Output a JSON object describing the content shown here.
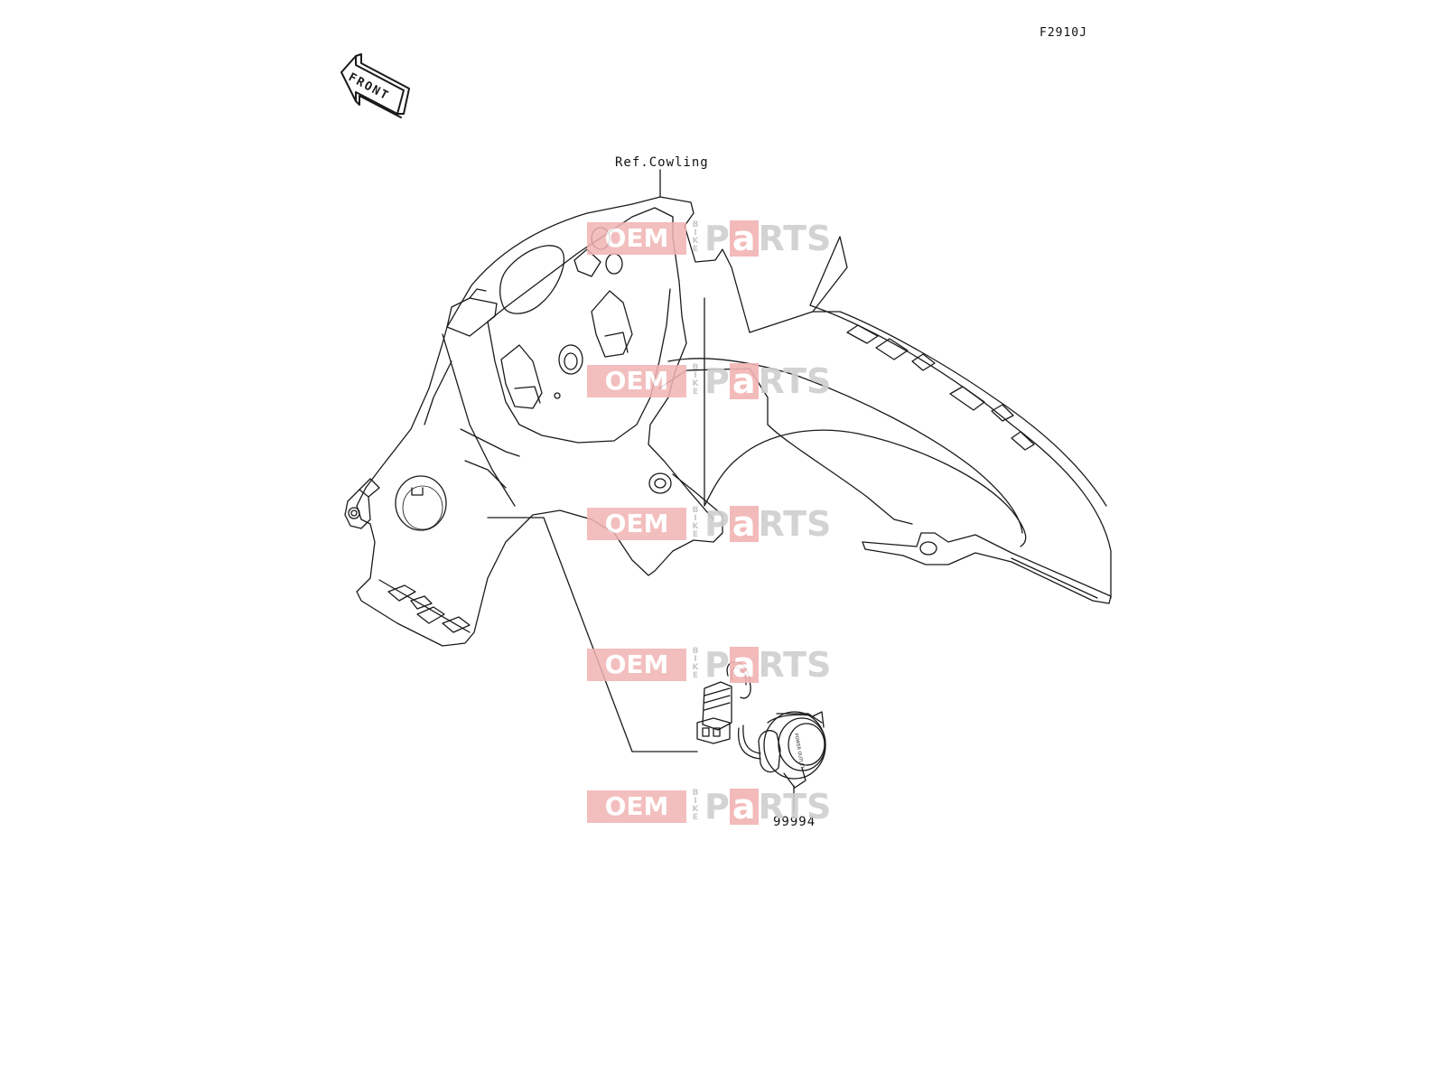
{
  "diagram_code": "F2910J",
  "front_arrow_label": "FRONT",
  "callouts": {
    "ref_cowling": "Ref.Cowling",
    "part_number": "99994"
  },
  "power_outlet_label": "POWER OUTLET",
  "watermark": {
    "oem": "OEM",
    "bike": "BIKE",
    "parts_p": "P",
    "parts_a": "a",
    "parts_rest": "RTS"
  },
  "icons": {
    "front_arrow": "front-arrow-icon"
  },
  "colors": {
    "line": "#1a1a1a",
    "watermark_red": "#f2b3b3",
    "watermark_gray": "#cfcfcf"
  }
}
